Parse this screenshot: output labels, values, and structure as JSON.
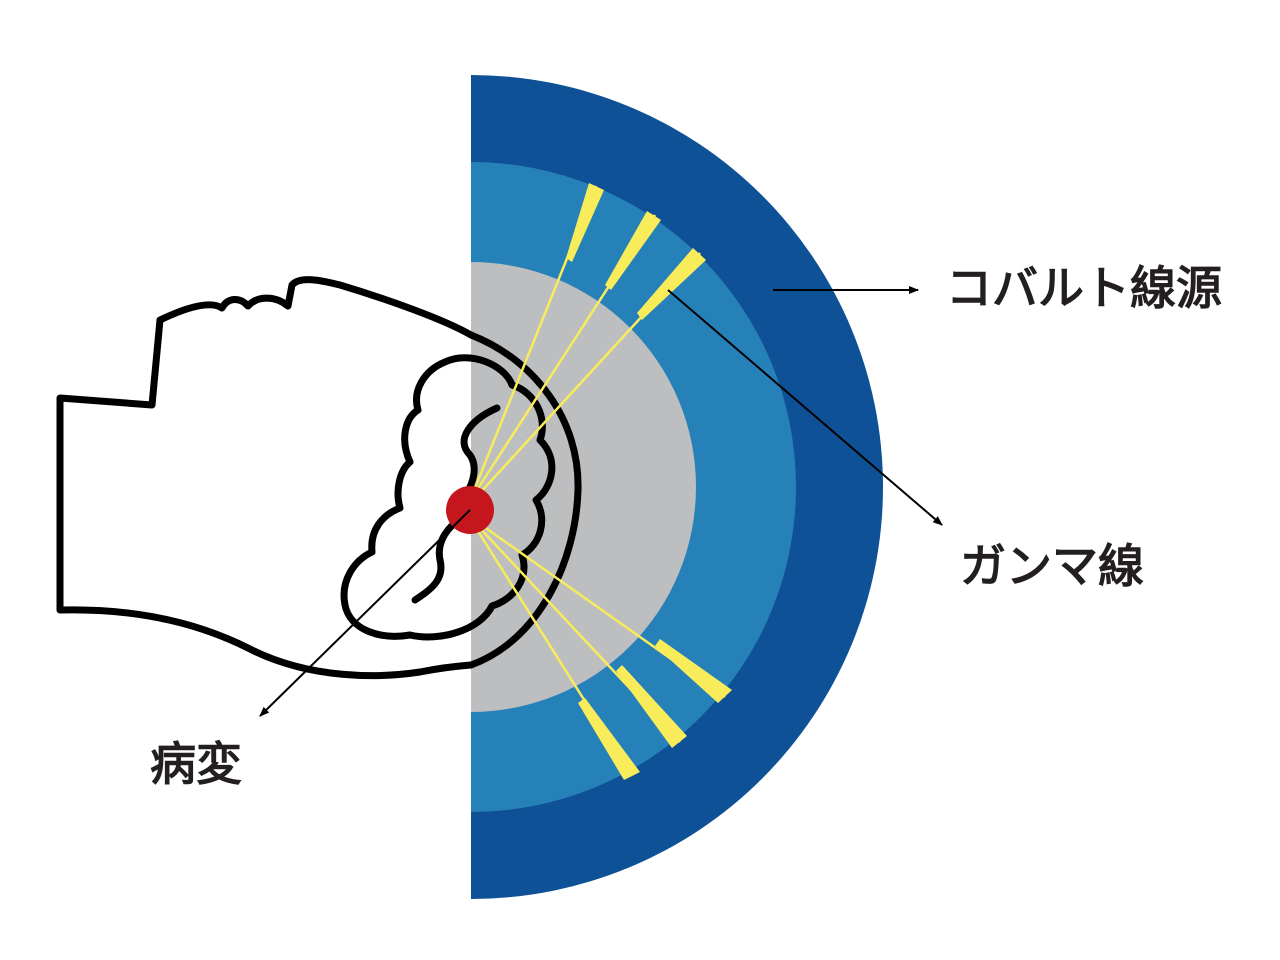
{
  "labels": {
    "cobalt_source": "コバルト線源",
    "gamma_rays": "ガンマ線",
    "lesion": "病変"
  },
  "colors": {
    "outer_ring": "#0f5196",
    "middle_ring": "#2781b9",
    "inner_core": "#bcbec0",
    "beam": "#f9ec5b",
    "lesion": "#c4161c",
    "outline": "#000000",
    "text": "#231f20"
  },
  "icons": [
    "head-profile-icon",
    "brain-icon",
    "lesion-dot-icon",
    "gamma-beam-icon"
  ]
}
